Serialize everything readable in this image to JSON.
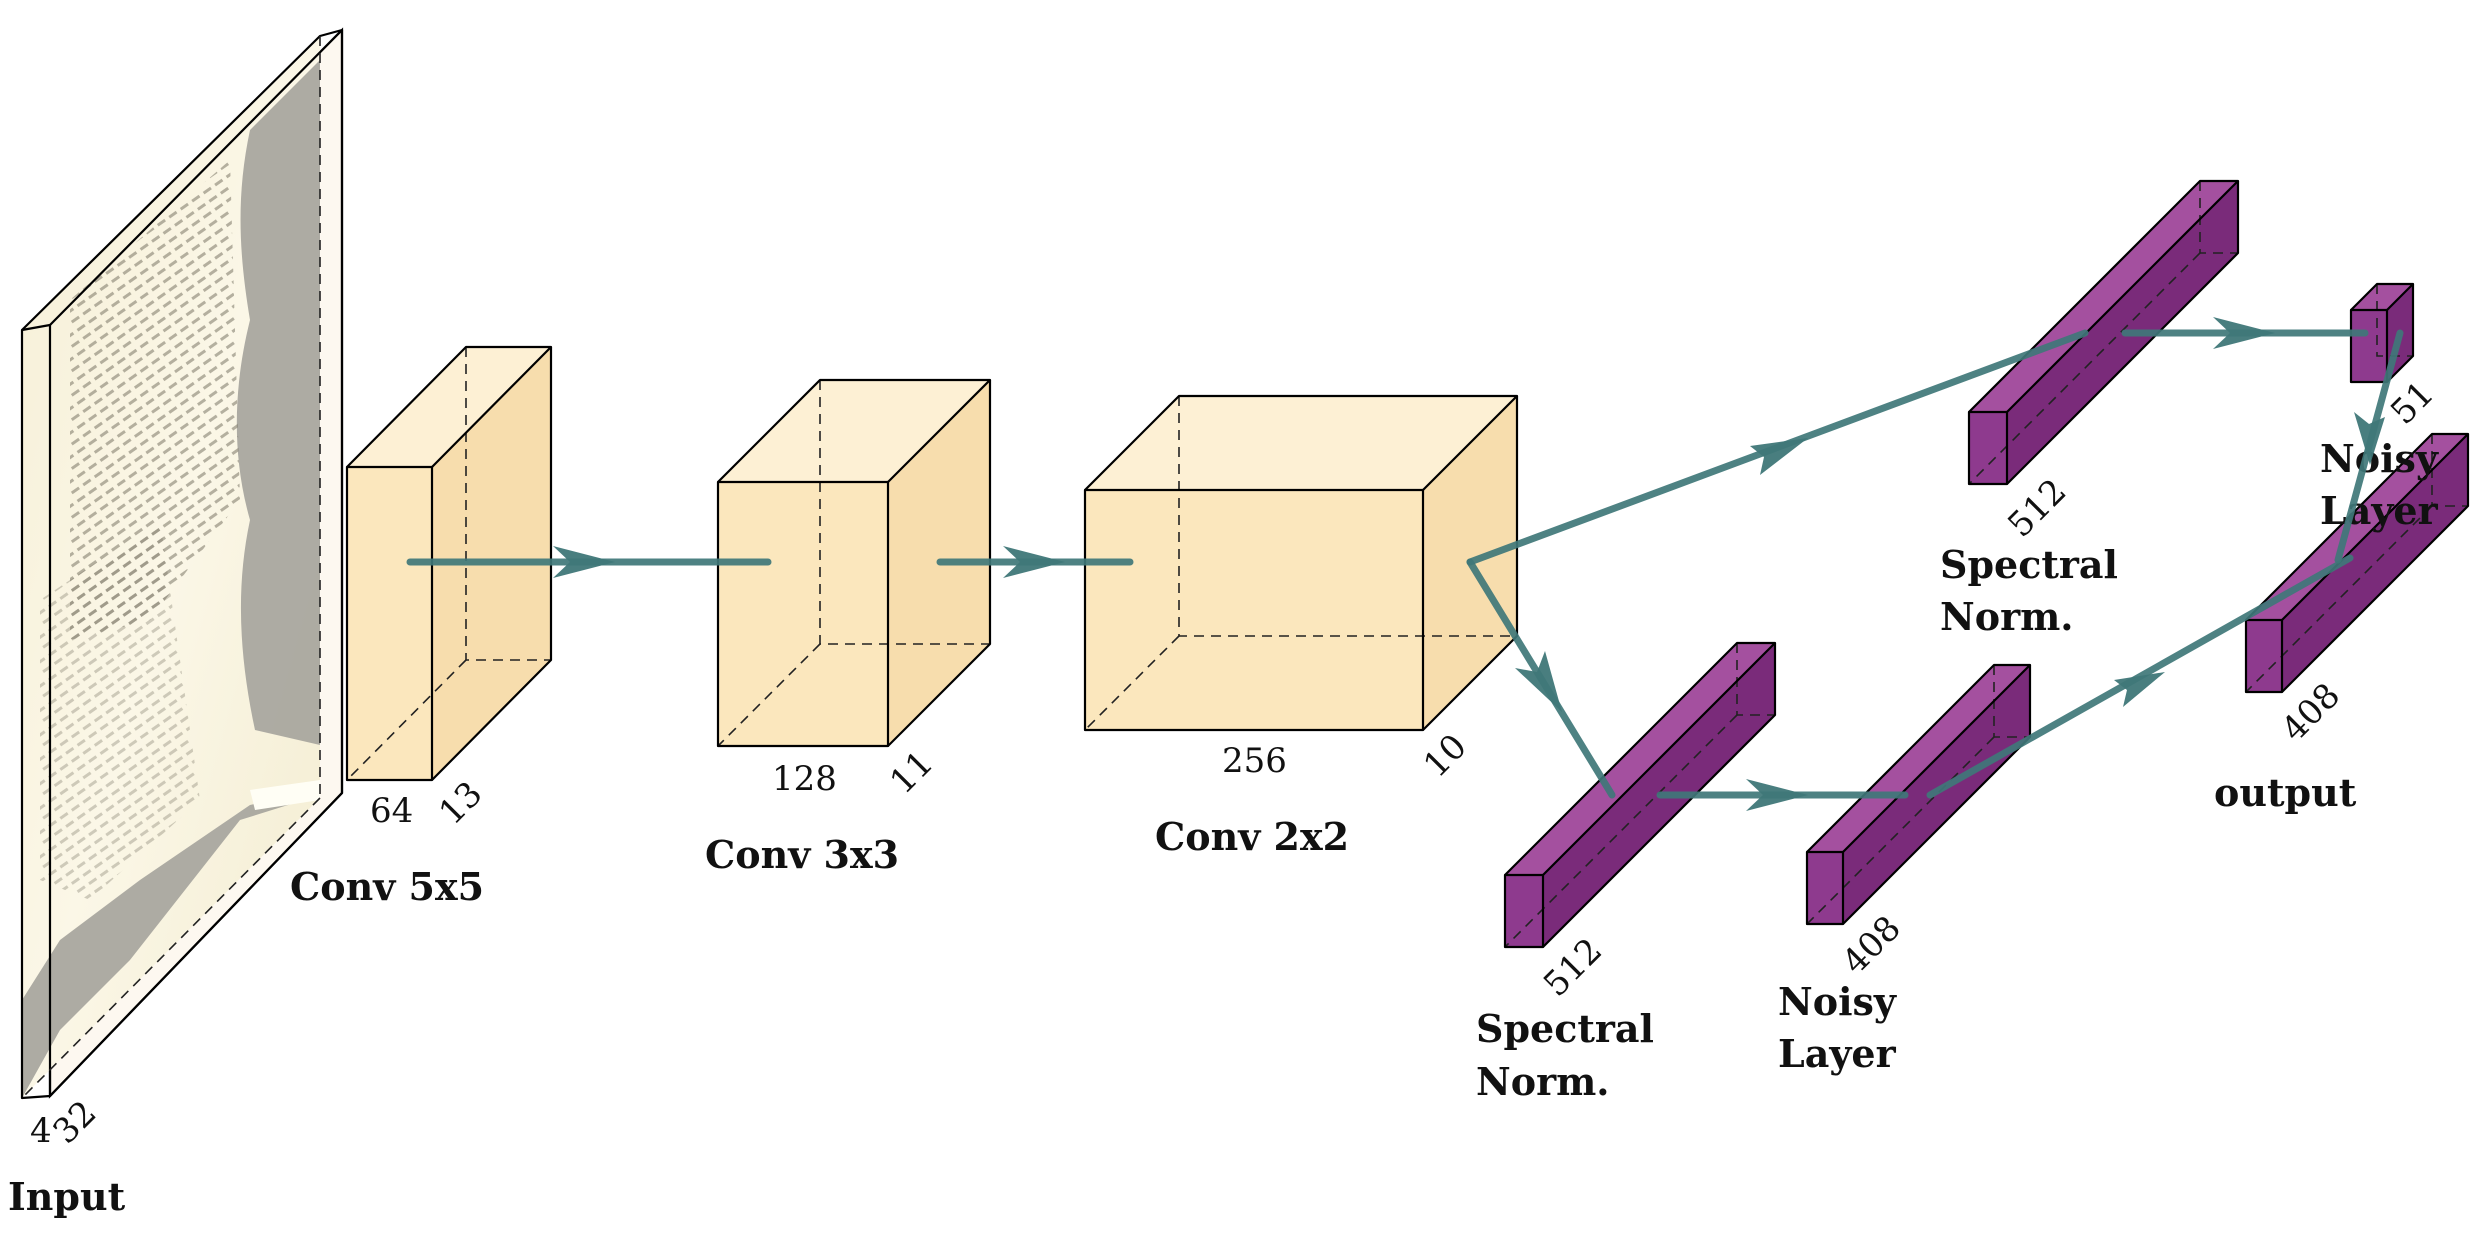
{
  "colors": {
    "conv_front": "#fbe7bd",
    "conv_top": "#fdf0d4",
    "conv_side": "#f7ddad",
    "fc_front": "#8e3a8e",
    "fc_top": "#a4509f",
    "fc_side": "#7a2b7a",
    "connection": "#3f7778",
    "input_frame": "#fdf8f0"
  },
  "input": {
    "label": "Input",
    "dims": [
      "4",
      "32"
    ]
  },
  "conv1": {
    "label": "Conv 5x5",
    "dims": [
      "64",
      "13"
    ]
  },
  "conv2": {
    "label": "Conv 3x3",
    "dims": [
      "128",
      "11"
    ]
  },
  "conv3": {
    "label": "Conv 2x2",
    "dims": [
      "256",
      "10"
    ]
  },
  "branch_a": {
    "spectral": {
      "label_line1": "Spectral",
      "label_line2": "Norm.",
      "dim": "512"
    },
    "noisy": {
      "label_line1": "Noisy",
      "label_line2": "Layer",
      "dim": "408"
    }
  },
  "branch_b": {
    "spectral": {
      "label_line1": "Spectral",
      "label_line2": "Norm.",
      "dim": "512"
    },
    "noisy": {
      "label_line1": "Noisy",
      "label_line2": "Layer",
      "dim": "51"
    }
  },
  "output": {
    "label": "output",
    "dim": "408"
  }
}
